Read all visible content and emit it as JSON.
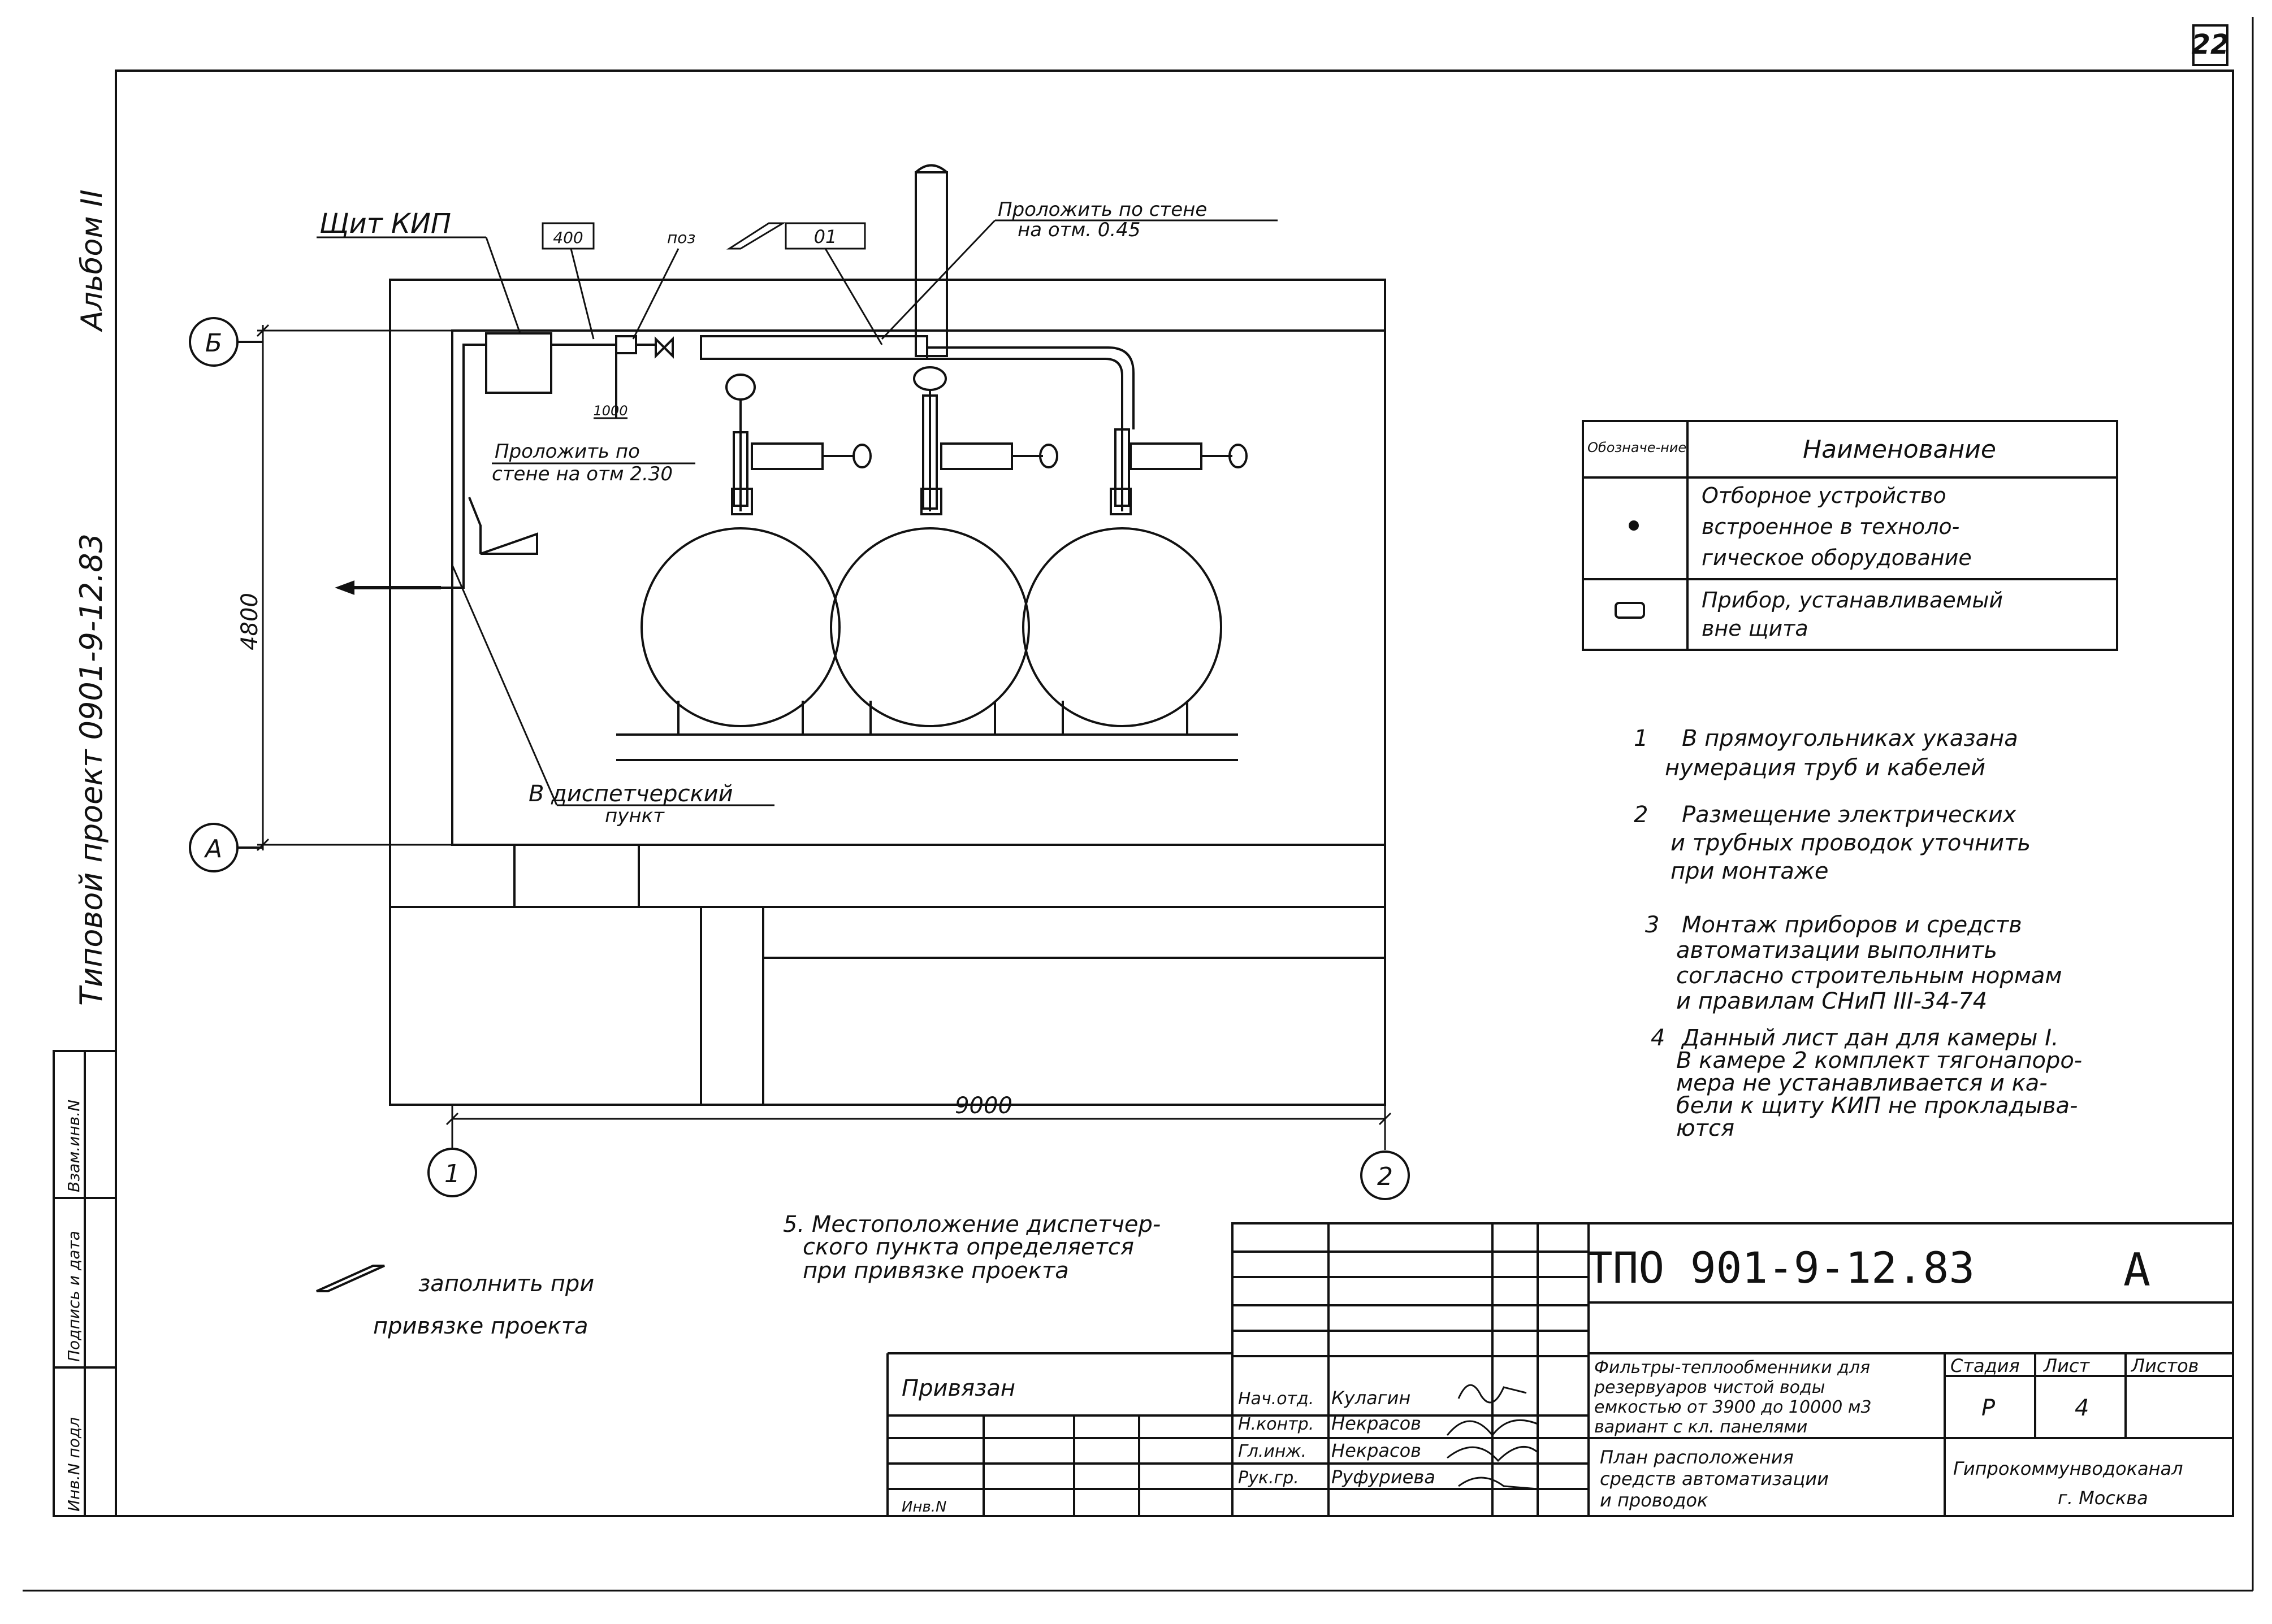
{
  "sheet": {
    "sheet_number": "22",
    "side_album": "Альбом II",
    "side_project": "Типовой проект  0901-9-12.83",
    "side_stamp_cells": [
      "Инв.N подл",
      "Подпись и дата",
      "Взам.инв.N"
    ]
  },
  "plan": {
    "title_panel": "Щит КИП",
    "tag_400": "400",
    "tag_poz": "поз",
    "tag_01": "01",
    "note_wall_top_1": "Проложить по стене",
    "note_wall_top_2": "на отм. 0.45",
    "dim_1000": "1000",
    "note_wall_left_1": "Проложить по",
    "note_wall_left_2": "стене на отм 2.30",
    "dim_4800": "4800",
    "dispatch_1": "В диспетчерский",
    "dispatch_2": "пункт",
    "dim_9000": "9000",
    "axis_b": "Б",
    "axis_a": "А",
    "axis_1": "1",
    "axis_2": "2"
  },
  "legend": {
    "header_symbol": "Обозначе-ние",
    "header_name": "Наименование",
    "row1": [
      "Отборное устройство",
      "встроенное в техноло-",
      "гическое оборудование"
    ],
    "row2": [
      "Прибор, устанавливаемый",
      "вне щита"
    ]
  },
  "notes": [
    {
      "num": "1",
      "lines": [
        "В прямоугольниках указана",
        "нумерация труб и кабелей"
      ]
    },
    {
      "num": "2",
      "lines": [
        "Размещение электрических",
        "и трубных проводок уточнить",
        "при монтаже"
      ]
    },
    {
      "num": "3",
      "lines": [
        "Монтаж приборов и средств",
        "автоматизации выполнить",
        "согласно строительным нормам",
        "и правилам СНиП III-34-74"
      ]
    },
    {
      "num": "4",
      "lines": [
        "Данный лист дан для камеры I.",
        "В камере 2 комплект тягонапоро-",
        "мера не устанавливается и ка-",
        "бели к щиту КИП не прокладыва-",
        "ются"
      ]
    }
  ],
  "note5": [
    "5. Местоположение диспетчер-",
    "ского пункта определяется",
    "при привязке проекта"
  ],
  "fill_note": [
    "заполнить при",
    "привязке проекта"
  ],
  "title_block": {
    "doc_code": "ТПО 901-9-12.83",
    "format": "А",
    "privyazan": "Привязан",
    "inv": "Инв.N",
    "roles": [
      "Нач.отд.",
      "Н.контр.",
      "Гл.инж.",
      "Рук.гр."
    ],
    "people": [
      "Кулагин",
      "Некрасов",
      "Некрасов",
      "Руфуриева"
    ],
    "description": [
      "Фильтры-теплообменники для",
      "резервуаров чистой воды",
      "емкостью от 3900 до 10000 м3",
      "вариант с кл. панелями"
    ],
    "stage_h": "Стадия",
    "sheet_h": "Лист",
    "sheets_h": "Листов",
    "stage": "Р",
    "sheet": "4",
    "drawing_title": [
      "План расположения",
      "средств автоматизации",
      "и проводок"
    ],
    "org": [
      "Гипрокоммунводоканал",
      "г. Москва"
    ]
  }
}
